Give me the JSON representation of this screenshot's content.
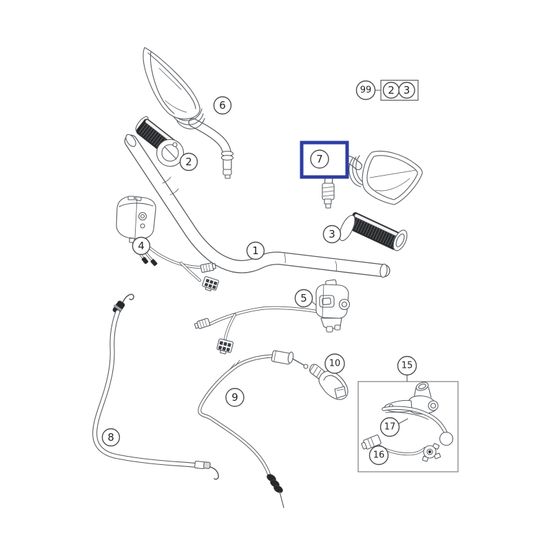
{
  "highlight": {
    "color": "#2e3da0",
    "highlighted_item": "7"
  },
  "callouts": {
    "item1": "1",
    "item2": "2",
    "item3": "3",
    "item4": "4",
    "item5": "5",
    "item6": "6",
    "item7": "7",
    "item8": "8",
    "item9": "9",
    "item10": "10",
    "item15": "15",
    "item16": "16",
    "item17": "17"
  },
  "legend": {
    "group": "99",
    "member1": "2",
    "member2": "3"
  }
}
